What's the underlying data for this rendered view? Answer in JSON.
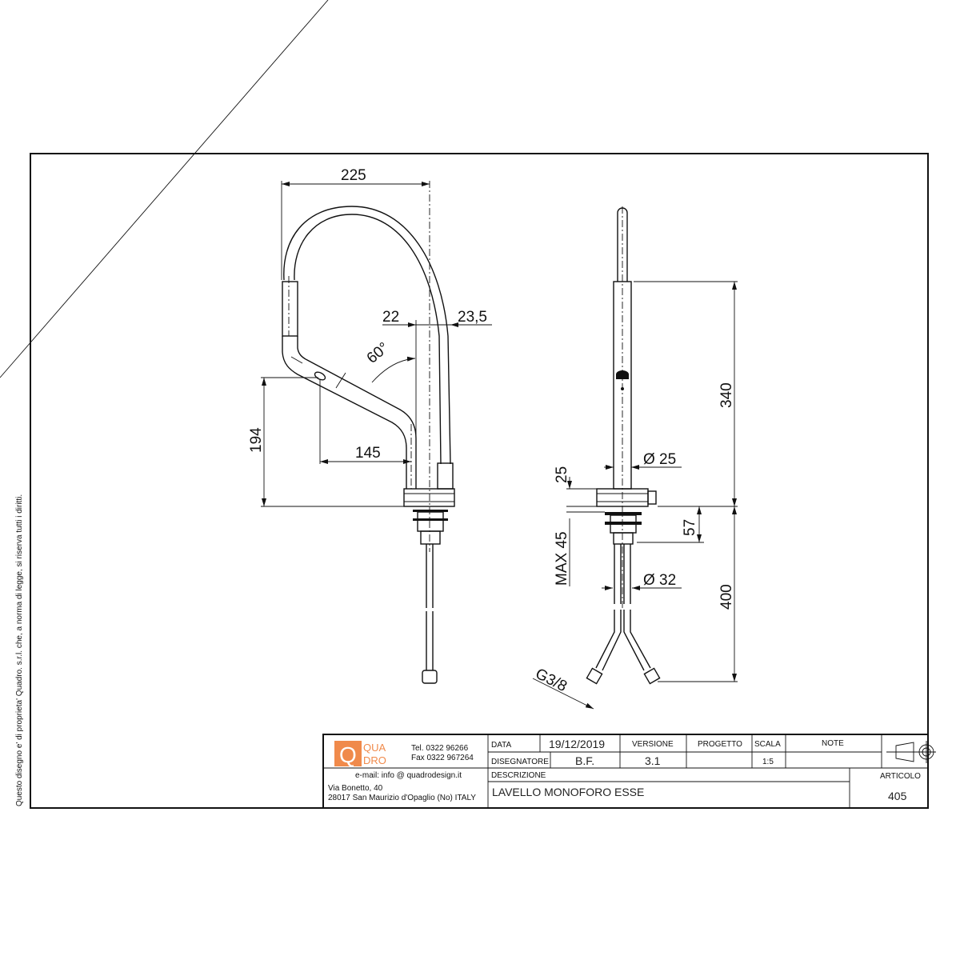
{
  "side_note": "Questo disegno e' di proprieta' Quadro. s.r.l. che, a norma di legge, si riserva tutti i diritti.",
  "dimensions_front": {
    "width": "225",
    "d1": "22",
    "d2": "23,5",
    "angle": "60°",
    "height": "194",
    "reach": "145"
  },
  "dimensions_side": {
    "spout_height": "340",
    "diam_body": "Ø 25",
    "base_h": "25",
    "max": "MAX 45",
    "shank": "57",
    "diam_shank": "Ø 32",
    "hose": "400",
    "thread": "G3/8"
  },
  "title_block": {
    "logo_top": "QUA",
    "logo_bottom": "DRO",
    "logo_letter": "Q",
    "tel": "Tel. 0322 96266",
    "fax": "Fax 0322 967264",
    "email": "e-mail:  info @ quadrodesign.it",
    "address1": "Via Bonetto, 40",
    "address2": "28017 San Maurizio d'Opaglio (No) ITALY",
    "data_label": "DATA",
    "data_value": "19/12/2019",
    "versione_label": "VERSIONE",
    "versione_value": "3.1",
    "progetto_label": "PROGETTO",
    "progetto_value": "",
    "scala_label": "SCALA",
    "scala_value": "1:5",
    "note_label": "NOTE",
    "disegnatore_label": "DISEGNATORE",
    "disegnatore_value": "B.F.",
    "descrizione_label": "DESCRIZIONE",
    "descrizione_value": "LAVELLO MONOFORO ESSE",
    "articolo_label": "ARTICOLO",
    "articolo_value": "405"
  },
  "colors": {
    "logo": "#f08a4b",
    "line": "#111111"
  }
}
